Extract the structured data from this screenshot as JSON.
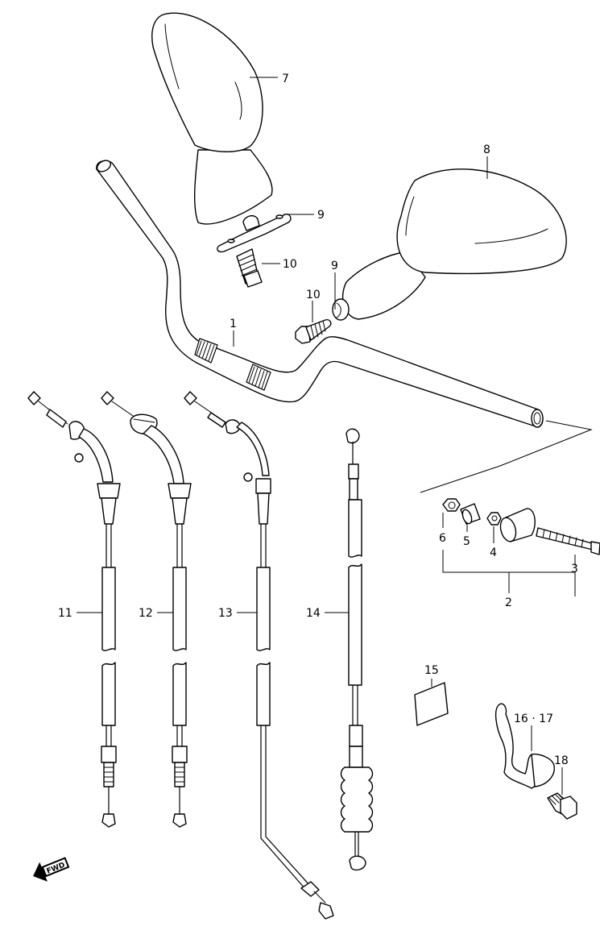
{
  "callouts": {
    "c1": "1",
    "c2": "2",
    "c3": "3",
    "c4": "4",
    "c5": "5",
    "c6": "6",
    "c7": "7",
    "c8": "8",
    "c9a": "9",
    "c9b": "9",
    "c10a": "10",
    "c10b": "10",
    "c11": "11",
    "c12": "12",
    "c13": "13",
    "c14": "14",
    "c15": "15",
    "c1617": "16 · 17",
    "c18": "18"
  },
  "fwd_arrow": {
    "label": "FWD"
  }
}
